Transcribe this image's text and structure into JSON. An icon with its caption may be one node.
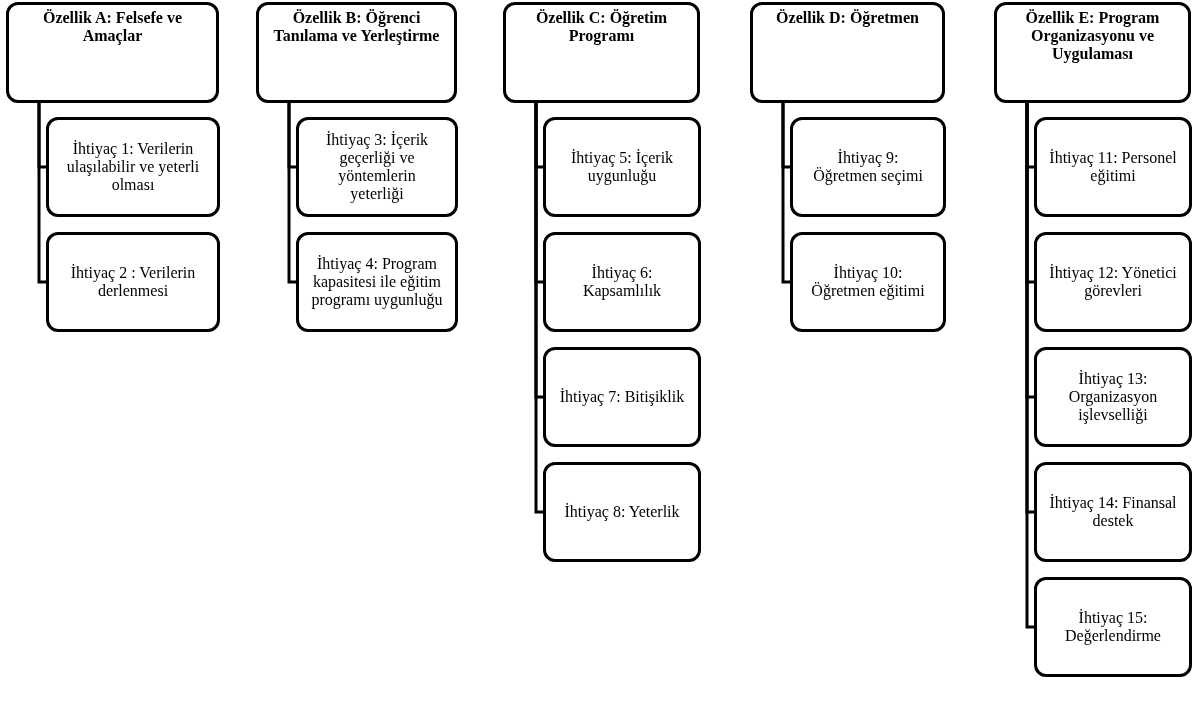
{
  "diagram": {
    "nodes": [
      {
        "text": [
          "Özellik A: Felsefe ve Amaçlar"
        ]
      },
      {
        "text": [
          "İhtiyaç 1: Verilerin ulaşılabilir ve yeterli olması"
        ]
      },
      {
        "text": [
          "İhtiyaç 2 : Verilerin derlenmesi"
        ]
      },
      {
        "text": [
          "Özellik B: Öğrenci Tanılama ve Yerleştirme"
        ]
      },
      {
        "text": [
          "İhtiyaç 3: İçerik geçerliği ve yöntemlerin yeterliği"
        ]
      },
      {
        "text": [
          "İhtiyaç 4: Program kapasitesi ile eğitim programı uygunluğu"
        ]
      },
      {
        "text": [
          "Özellik C: Öğretim Programı"
        ]
      },
      {
        "text": [
          "İhtiyaç 5: İçerik uygunluğu"
        ]
      },
      {
        "text": [
          "İhtiyaç 6: Kapsamlılık"
        ]
      },
      {
        "text": [
          "İhtiyaç 7: Bitişiklik"
        ]
      },
      {
        "text": [
          "İhtiyaç 8: Yeterlik"
        ]
      },
      {
        "text": [
          "Özellik D: Öğretmen"
        ]
      },
      {
        "text": [
          "İhtiyaç 9: Öğretmen seçimi"
        ]
      },
      {
        "text": [
          "İhtiyaç 10: Öğretmen eğitimi"
        ]
      },
      {
        "text": [
          "Özellik E: Program Organizasyonu ve Uygulaması"
        ]
      },
      {
        "text": [
          "İhtiyaç 11: Personel eğitimi"
        ]
      },
      {
        "text": [
          "İhtiyaç 12: Yönetici görevleri"
        ]
      },
      {
        "text": [
          "İhtiyaç 13: Organizasyon işlevselliği"
        ]
      },
      {
        "text": [
          "İhtiyaç 14: Finansal destek"
        ]
      },
      {
        "text": [
          "İhtiyaç 15: Değerlendirme"
        ]
      }
    ],
    "edges": [
      {
        "from": 0,
        "to": 1,
        "arrow": "none"
      },
      {
        "from": 0,
        "to": 2,
        "arrow": "none"
      },
      {
        "from": 3,
        "to": 4,
        "arrow": "none"
      },
      {
        "from": 3,
        "to": 5,
        "arrow": "none"
      },
      {
        "from": 6,
        "to": 7,
        "arrow": "none"
      },
      {
        "from": 6,
        "to": 8,
        "arrow": "none"
      },
      {
        "from": 6,
        "to": 9,
        "arrow": "none"
      },
      {
        "from": 6,
        "to": 10,
        "arrow": "none"
      },
      {
        "from": 11,
        "to": 12,
        "arrow": "none"
      },
      {
        "from": 11,
        "to": 13,
        "arrow": "none"
      },
      {
        "from": 14,
        "to": 15,
        "arrow": "none"
      },
      {
        "from": 14,
        "to": 16,
        "arrow": "none"
      },
      {
        "from": 14,
        "to": 17,
        "arrow": "none"
      },
      {
        "from": 14,
        "to": 18,
        "arrow": "none"
      },
      {
        "from": 14,
        "to": 19,
        "arrow": "none"
      }
    ]
  }
}
